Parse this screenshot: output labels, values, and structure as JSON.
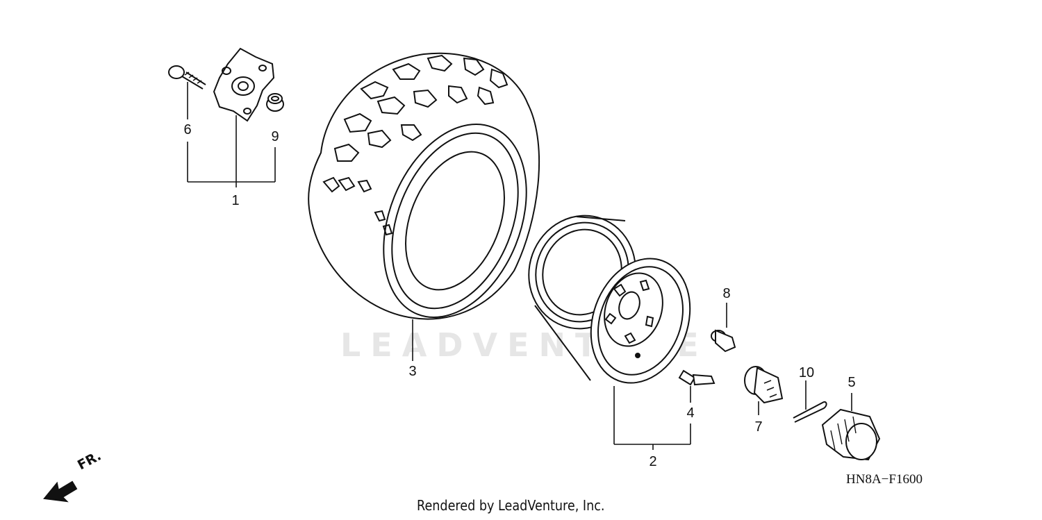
{
  "watermark": "LEADVENTURE",
  "diagram_code": "HN8A−F1600",
  "footer": "Rendered by LeadVenture, Inc.",
  "front_arrow": "FR.",
  "callouts": {
    "c1": "1",
    "c2": "2",
    "c3": "3",
    "c4": "4",
    "c5": "5",
    "c6": "6",
    "c7": "7",
    "c8": "8",
    "c9": "9",
    "c10": "10"
  }
}
